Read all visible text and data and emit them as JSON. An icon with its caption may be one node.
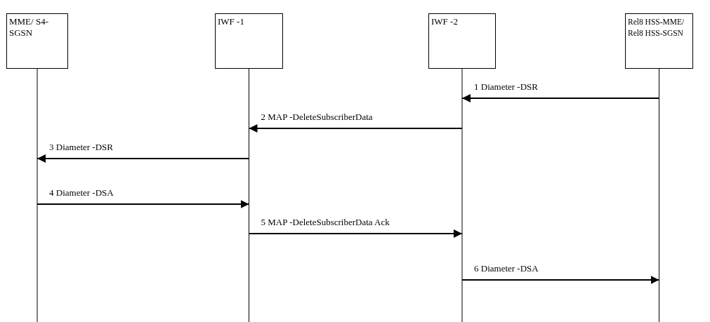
{
  "diagram": {
    "nodes": [
      {
        "text": [
          "MME/ S4-SGSN"
        ]
      },
      {
        "text": [
          "IWF -1"
        ]
      },
      {
        "text": [
          "IWF -2"
        ]
      },
      {
        "text": [
          "Rel8 HSS-MME/ Rel8 HSS-SGSN"
        ]
      }
    ],
    "edges": [
      {
        "from": 3,
        "to": 2,
        "arrow": "to",
        "label": "1 Diameter -DSR"
      },
      {
        "from": 2,
        "to": 1,
        "arrow": "to",
        "label": "2 MAP -DeleteSubscriberData"
      },
      {
        "from": 1,
        "to": 0,
        "arrow": "to",
        "label": "3 Diameter -DSR"
      },
      {
        "from": 0,
        "to": 1,
        "arrow": "to",
        "label": "4 Diameter -DSA"
      },
      {
        "from": 1,
        "to": 2,
        "arrow": "to",
        "label": "5 MAP -DeleteSubscriberData Ack"
      },
      {
        "from": 2,
        "to": 3,
        "arrow": "to",
        "label": "6 Diameter -DSA"
      }
    ]
  }
}
